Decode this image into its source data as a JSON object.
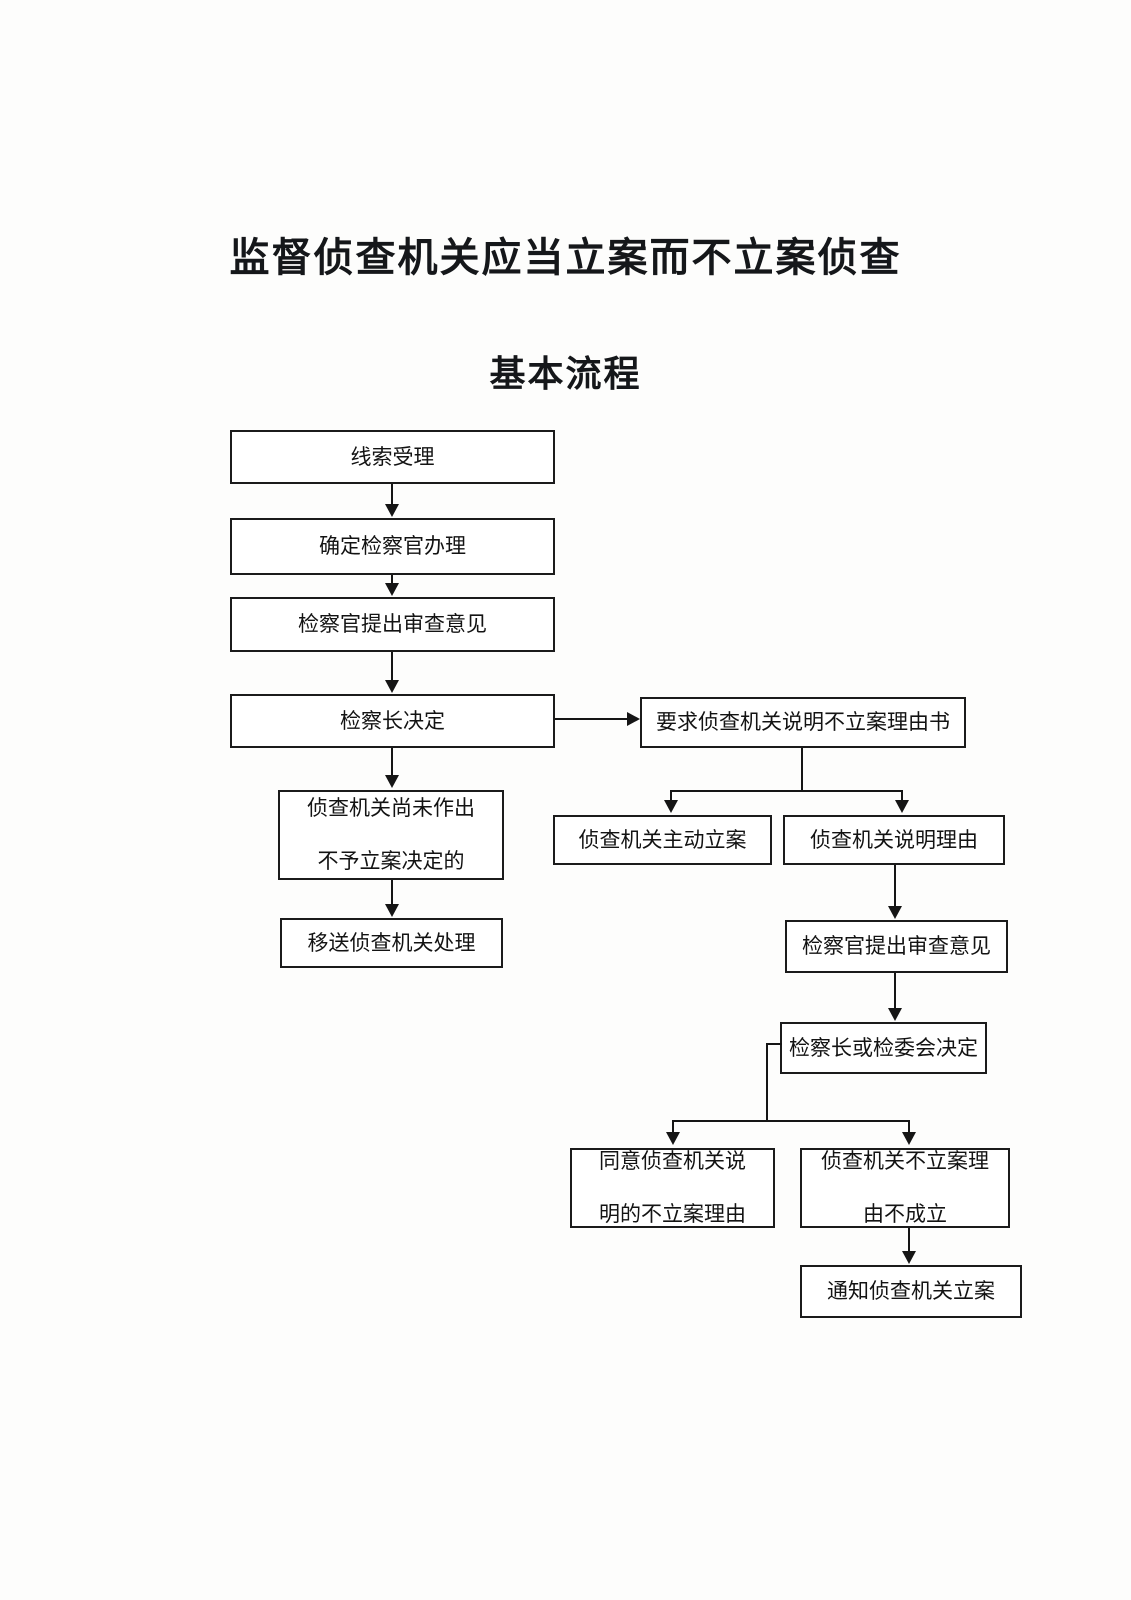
{
  "document": {
    "title_line1": "监督侦查机关应当立案而不立案侦查",
    "title_line2": "基本流程"
  },
  "flowchart": {
    "type": "flowchart",
    "orientation": "top-to-bottom",
    "nodes": [
      {
        "id": "n1",
        "label": "线索受理"
      },
      {
        "id": "n2",
        "label": "确定检察官办理"
      },
      {
        "id": "n3",
        "label": "检察官提出审查意见"
      },
      {
        "id": "n4",
        "label": "检察长决定"
      },
      {
        "id": "n5",
        "label": "要求侦查机关说明不立案理由书"
      },
      {
        "id": "n6",
        "label_line1": "侦查机关尚未作出",
        "label_line2": "不予立案决定的"
      },
      {
        "id": "n7",
        "label": "移送侦查机关处理"
      },
      {
        "id": "n8",
        "label": "侦查机关主动立案"
      },
      {
        "id": "n9",
        "label": "侦查机关说明理由"
      },
      {
        "id": "n10",
        "label": "检察官提出审查意见"
      },
      {
        "id": "n11",
        "label": "检察长或检委会决定"
      },
      {
        "id": "n12",
        "label_line1": "同意侦查机关说",
        "label_line2": "明的不立案理由"
      },
      {
        "id": "n13",
        "label_line1": "侦查机关不立案理",
        "label_line2": "由不成立"
      },
      {
        "id": "n14",
        "label": "通知侦查机关立案"
      }
    ],
    "edges": [
      {
        "from": "n1",
        "to": "n2",
        "style": "arrow-down"
      },
      {
        "from": "n2",
        "to": "n3",
        "style": "arrow-down"
      },
      {
        "from": "n3",
        "to": "n4",
        "style": "arrow-down"
      },
      {
        "from": "n4",
        "to": "n5",
        "style": "arrow-right"
      },
      {
        "from": "n4",
        "to": "n6",
        "style": "arrow-down"
      },
      {
        "from": "n6",
        "to": "n7",
        "style": "arrow-down"
      },
      {
        "from": "n5",
        "to": "n8",
        "style": "split-arrow-down"
      },
      {
        "from": "n5",
        "to": "n9",
        "style": "split-arrow-down"
      },
      {
        "from": "n9",
        "to": "n10",
        "style": "arrow-down"
      },
      {
        "from": "n10",
        "to": "n11",
        "style": "arrow-down"
      },
      {
        "from": "n11",
        "to": "n12",
        "style": "split-arrow-down"
      },
      {
        "from": "n11",
        "to": "n13",
        "style": "split-arrow-down"
      },
      {
        "from": "n13",
        "to": "n14",
        "style": "arrow-down"
      }
    ],
    "colors": {
      "box_border": "#1b1b1b",
      "box_fill": "#ffffff",
      "connector": "#151515",
      "text": "#131313",
      "page_background": "#fdfdfc"
    }
  }
}
